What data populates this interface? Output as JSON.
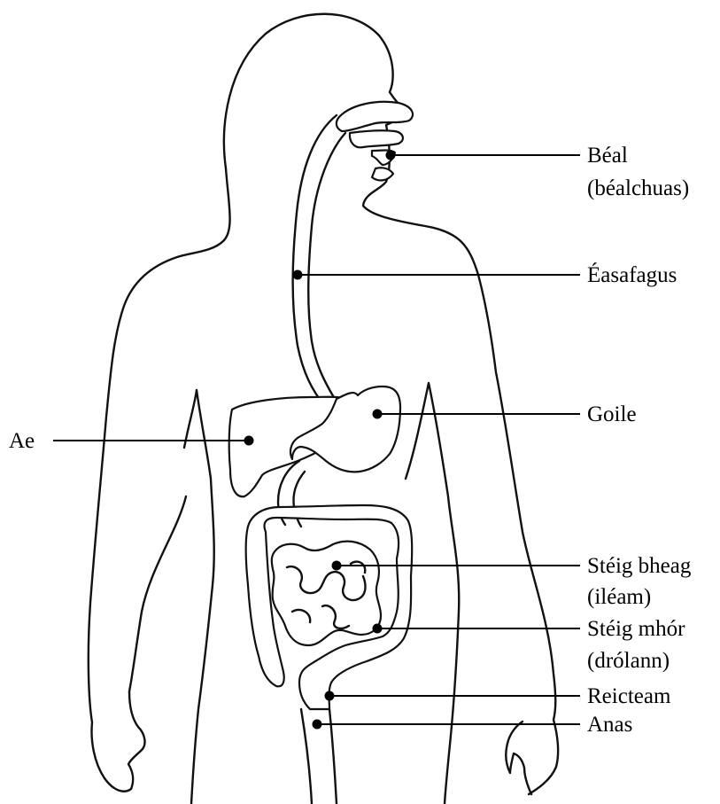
{
  "labels": {
    "mouth_line1": "Béal",
    "mouth_line2": "(béalchuas)",
    "oesophagus": "Éasafagus",
    "stomach": "Goile",
    "liver": "Ae",
    "small_intestine_line1": "Stéig bheag",
    "small_intestine_line2": "(iléam)",
    "large_intestine_line1": "Stéig mhór",
    "large_intestine_line2": "(drólann)",
    "rectum": "Reicteam",
    "anus": "Anas"
  }
}
